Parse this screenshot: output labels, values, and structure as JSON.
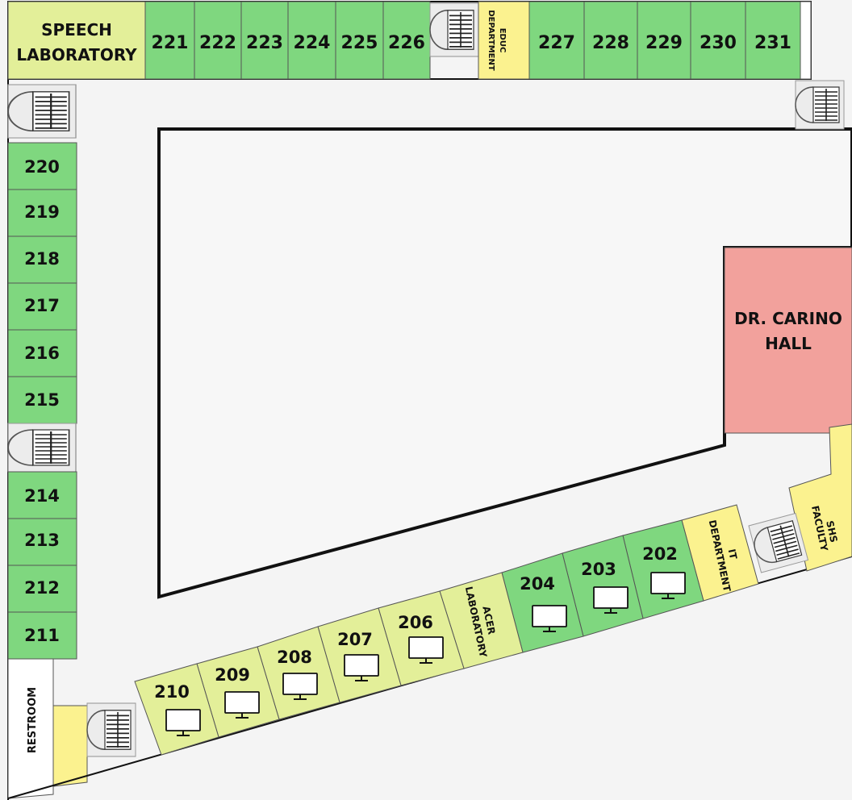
{
  "colors": {
    "background": "#f4f4f4",
    "classroom": "#7fd77f",
    "laboratory": "#e3ef99",
    "department": "#fbf28f",
    "hall": "#f2a19c",
    "stair": "#e8e8e8",
    "outline": "#111111"
  },
  "icons": {
    "computer": "monitor-icon",
    "stair": "staircase-icon"
  },
  "rooms": {
    "speech_lab": {
      "line1": "SPEECH",
      "line2": "LABORATORY"
    },
    "educ_dept": {
      "line1": "EDUC",
      "line2": "DEPARTMENT"
    },
    "top_row": [
      "221",
      "222",
      "223",
      "224",
      "225",
      "226"
    ],
    "top_row_right": [
      "227",
      "228",
      "229",
      "230",
      "231"
    ],
    "left_column": [
      "220",
      "219",
      "218",
      "217",
      "216",
      "215"
    ],
    "left_column_lower": [
      "214",
      "213",
      "212",
      "211"
    ],
    "restroom": "RESTROOM",
    "hall": {
      "line1": "DR. CARINO",
      "line2": "HALL"
    },
    "shs_faculty": {
      "line1": "SHS",
      "line2": "FACULTY"
    },
    "it_dept": {
      "line1": "IT",
      "line2": "DEPARTMENT"
    },
    "acer_lab": {
      "line1": "ACER",
      "line2": "LABORATORY"
    },
    "bottom_row": [
      "210",
      "209",
      "208",
      "207",
      "206",
      "204",
      "203",
      "202"
    ]
  }
}
